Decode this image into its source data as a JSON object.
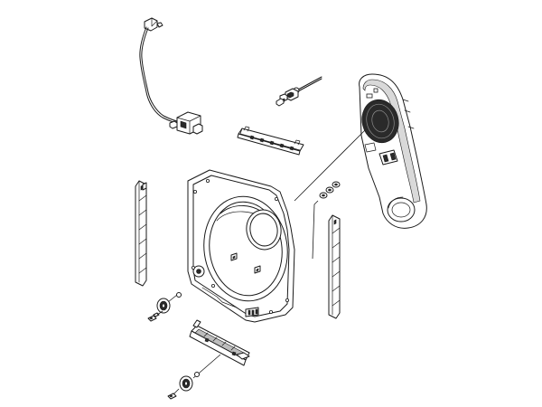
{
  "diagram": {
    "parts": [
      {
        "name": "wire-harness-sensor",
        "icon": "sensor-wire-icon"
      },
      {
        "name": "thermostat-probe",
        "icon": "probe-icon"
      },
      {
        "name": "upper-baffle-bracket",
        "icon": "bracket-icon"
      },
      {
        "name": "blower-housing-duct",
        "icon": "duct-icon"
      },
      {
        "name": "rear-bulkhead-panel",
        "icon": "bulkhead-icon"
      },
      {
        "name": "left-side-rail",
        "icon": "rail-icon"
      },
      {
        "name": "right-side-rail",
        "icon": "rail-icon"
      },
      {
        "name": "washer-stack",
        "icon": "washer-icon"
      },
      {
        "name": "drum-roller-upper",
        "icon": "roller-icon"
      },
      {
        "name": "drum-roller-lower",
        "icon": "roller-icon"
      },
      {
        "name": "lower-support-bracket",
        "icon": "bracket-icon"
      }
    ],
    "colors": {
      "line": "#1a1a1a",
      "background": "#ffffff",
      "shade": "#bdbdbd"
    }
  }
}
